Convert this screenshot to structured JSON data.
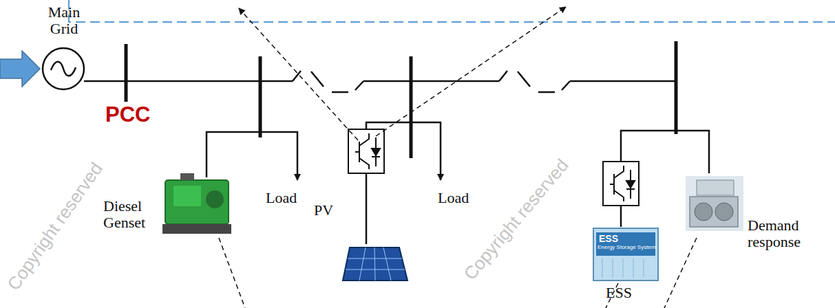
{
  "diagram": {
    "labels": [
      "Main Grid",
      "PCC",
      "Diesel Genset",
      "Load",
      "PV",
      "Load",
      "ESS",
      "Energy Storage System",
      "ESS",
      "Demand response",
      "Copyright reserved",
      "Copyright reserved"
    ]
  }
}
